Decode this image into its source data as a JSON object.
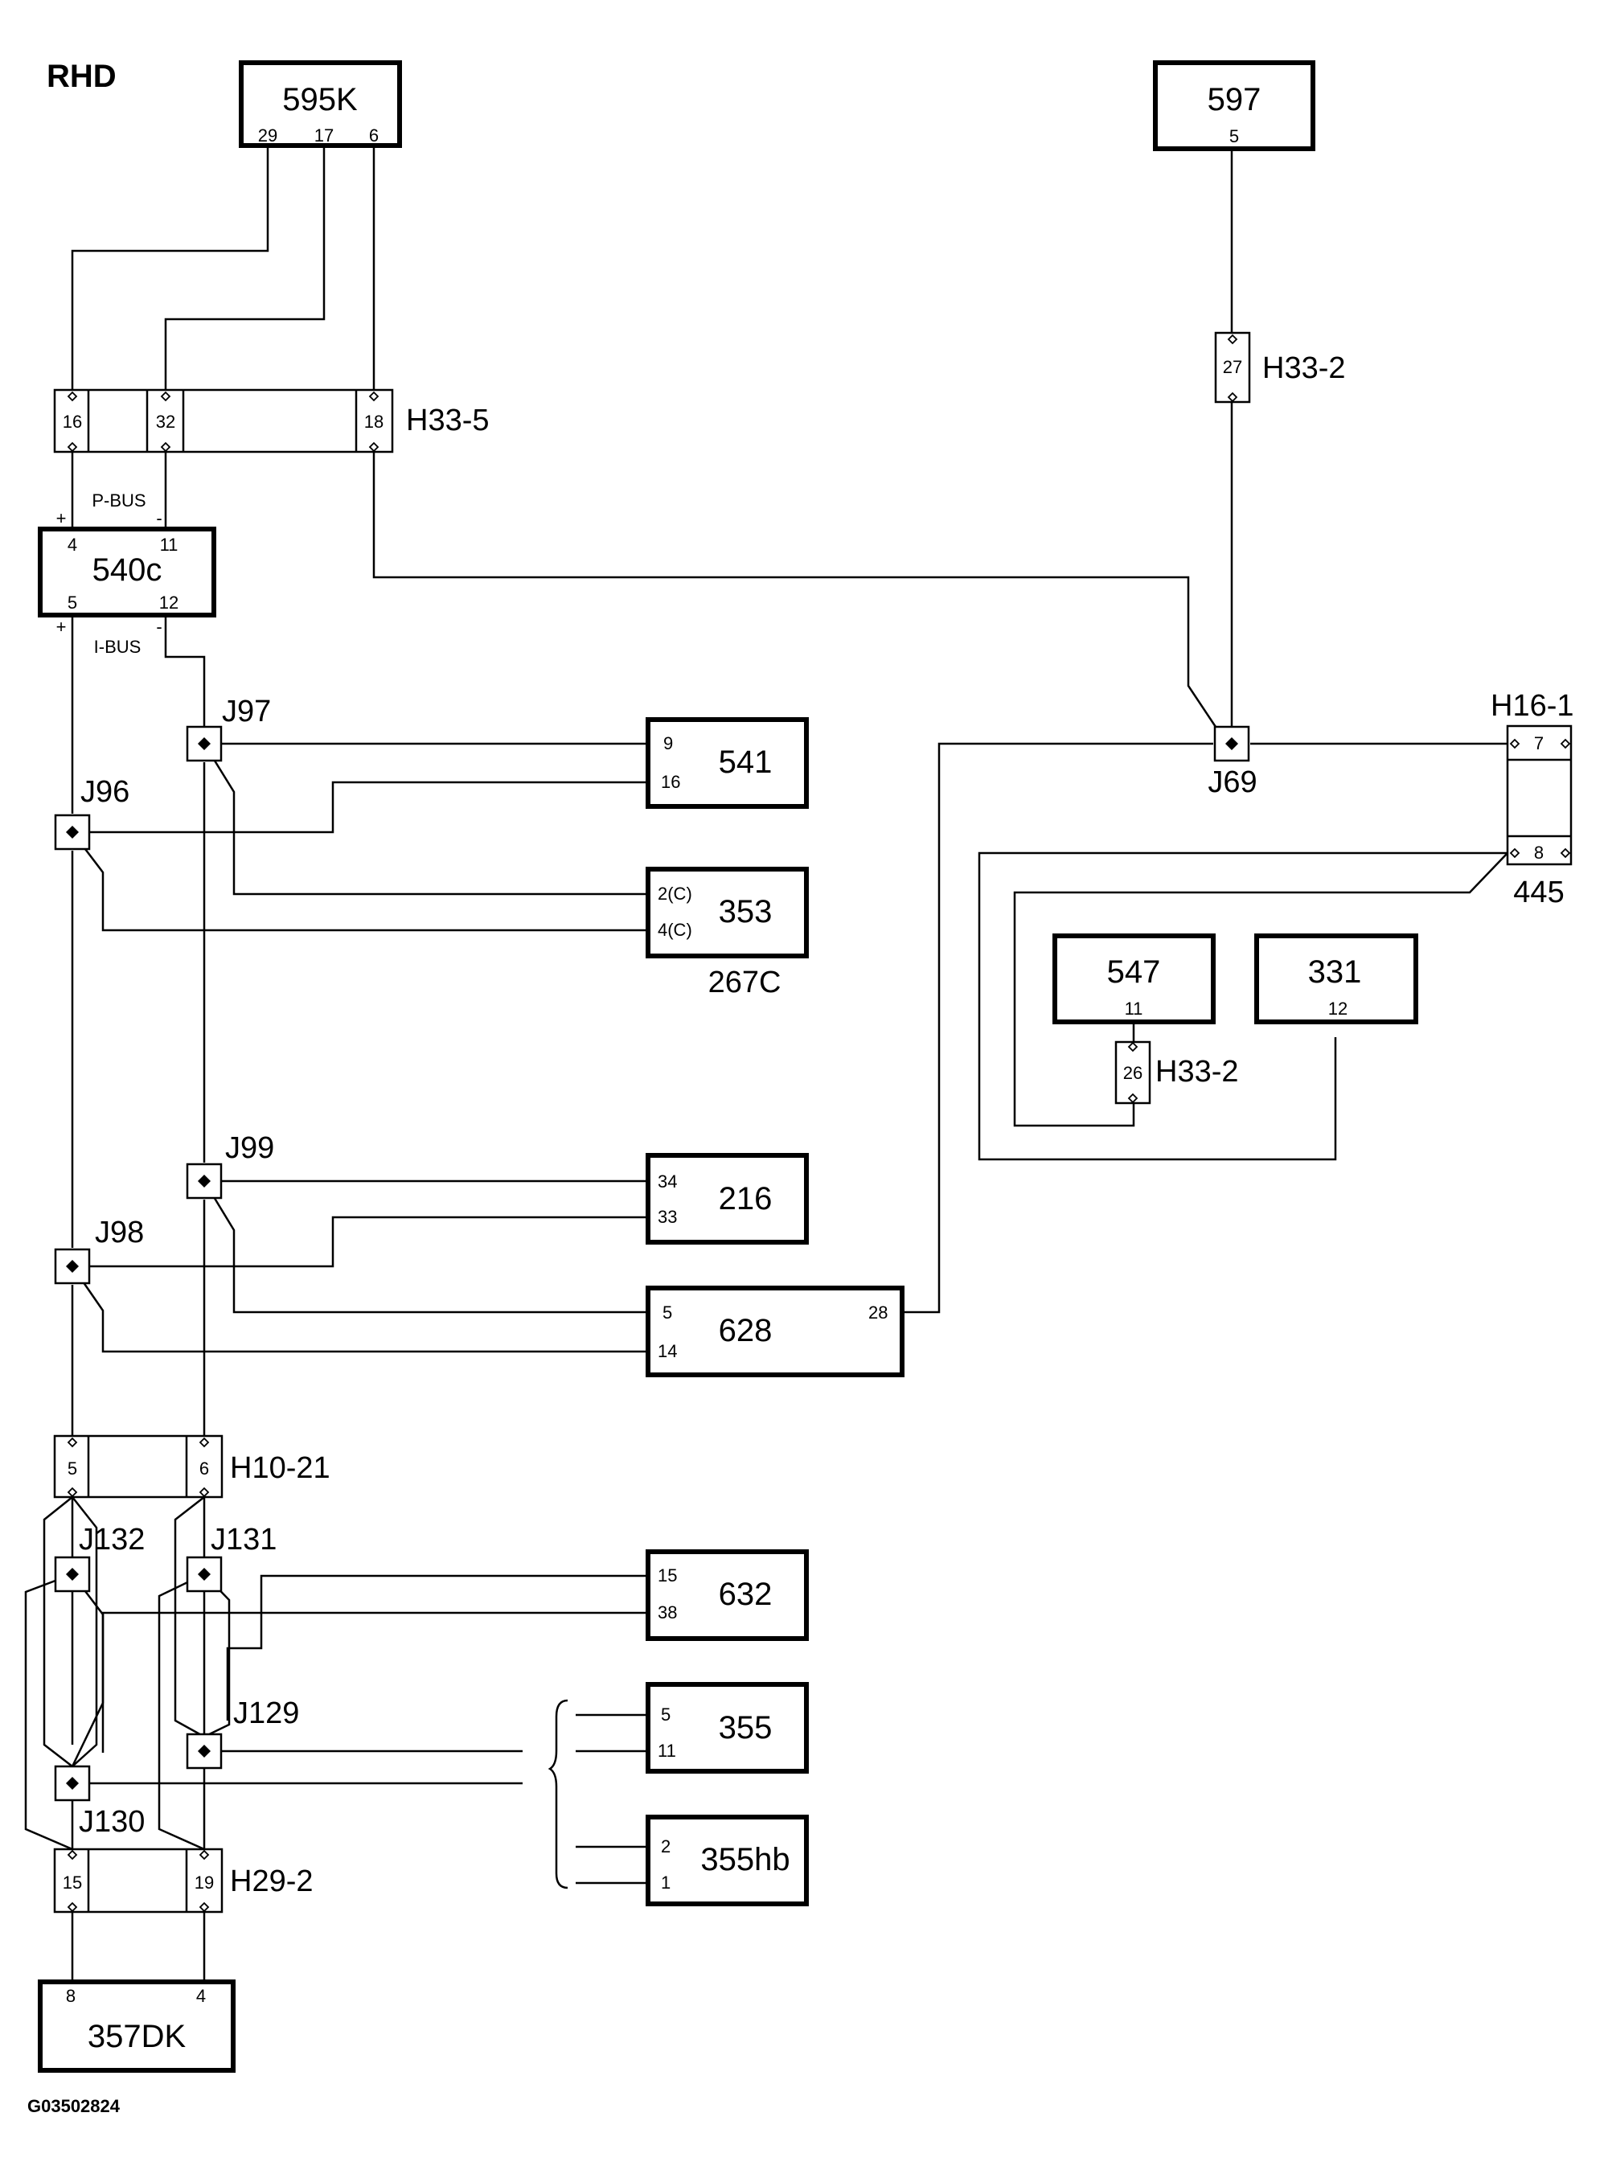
{
  "header": {
    "title": "RHD",
    "figure_id": "G03502824"
  },
  "modules": {
    "m595k": {
      "label": "595K",
      "pins": [
        "29",
        "17",
        "6"
      ]
    },
    "m597": {
      "label": "597",
      "pin": "5"
    },
    "m540c": {
      "label": "540c",
      "pins": [
        "4",
        "11",
        "5",
        "12"
      ]
    },
    "m541": {
      "label": "541",
      "pins": [
        "9",
        "16"
      ]
    },
    "m353": {
      "label": "353",
      "pins": [
        "2(C)",
        "4(C)"
      ],
      "sub_label": "267C"
    },
    "m216": {
      "label": "216",
      "pins": [
        "34",
        "33"
      ]
    },
    "m628": {
      "label": "628",
      "pins": [
        "5",
        "14",
        "28"
      ]
    },
    "m632": {
      "label": "632",
      "pins": [
        "15",
        "38"
      ]
    },
    "m355": {
      "label": "355",
      "pins": [
        "5",
        "11"
      ]
    },
    "m355hb": {
      "label": "355hb",
      "pins": [
        "2",
        "1"
      ]
    },
    "m357dk": {
      "label": "357DK",
      "pins": [
        "8",
        "4"
      ]
    },
    "m547": {
      "label": "547",
      "pin": "11"
    },
    "m331": {
      "label": "331",
      "pin": "12"
    },
    "m445": {
      "label": "445",
      "pins": [
        "7",
        "8"
      ]
    }
  },
  "connectors": {
    "h33_5": {
      "label": "H33-5",
      "pins": [
        "16",
        "32",
        "18"
      ]
    },
    "h33_2_top": {
      "label": "H33-2",
      "pin": "27"
    },
    "h33_2_mid": {
      "label": "H33-2",
      "pin": "26"
    },
    "h16_1": {
      "label": "H16-1"
    },
    "h10_21": {
      "label": "H10-21",
      "pins": [
        "5",
        "6"
      ]
    },
    "h29_2": {
      "label": "H29-2",
      "pins": [
        "15",
        "19"
      ]
    }
  },
  "junctions": {
    "j97": "J97",
    "j96": "J96",
    "j69": "J69",
    "j99": "J99",
    "j98": "J98",
    "j132": "J132",
    "j131": "J131",
    "j129": "J129",
    "j130": "J130"
  },
  "buses": {
    "p_bus": {
      "label": "P-BUS",
      "plus": "+",
      "minus": "-"
    },
    "i_bus": {
      "label": "I-BUS",
      "plus": "+",
      "minus": "-"
    }
  }
}
